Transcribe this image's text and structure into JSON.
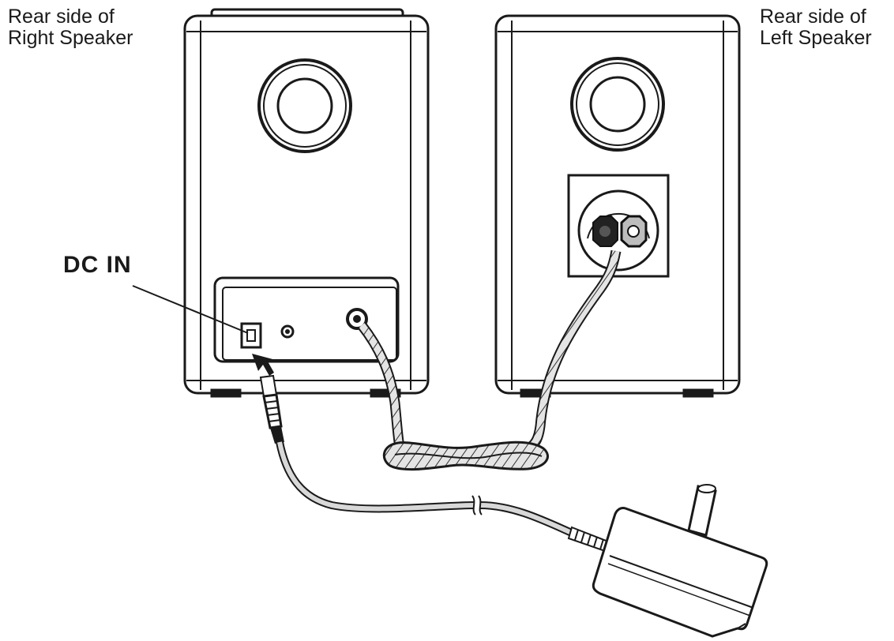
{
  "labels": {
    "right_speaker": [
      "Rear side of",
      "Right Speaker"
    ],
    "left_speaker": [
      "Rear side of",
      "Left Speaker"
    ],
    "dc_in": "DC IN"
  },
  "colors": {
    "line": "#1a1a1a",
    "background": "#ffffff",
    "cable_fill": "#cfcfcf"
  }
}
